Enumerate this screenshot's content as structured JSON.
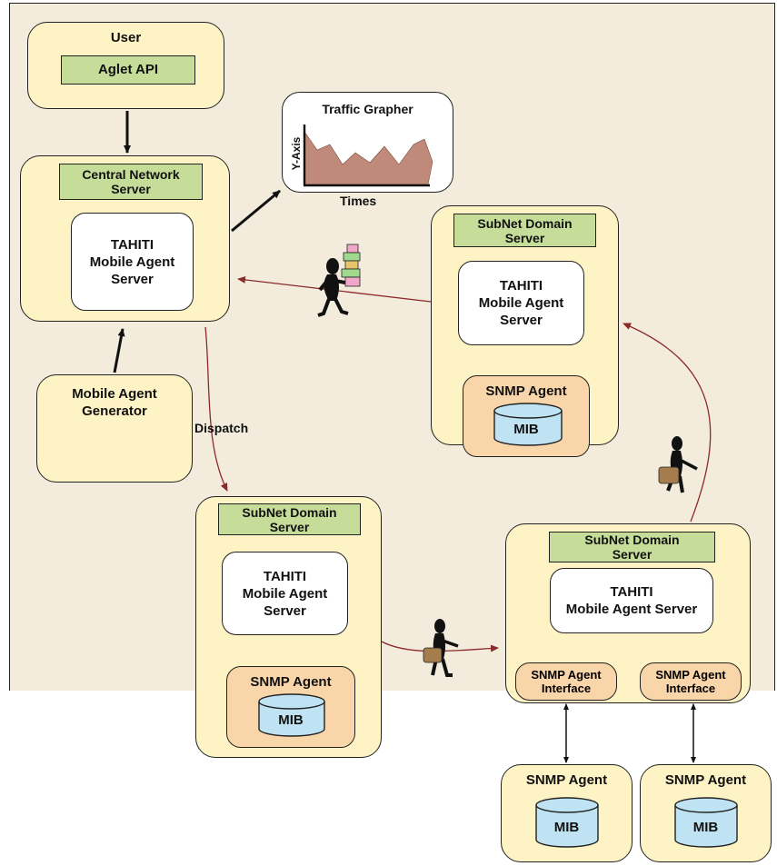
{
  "user": {
    "title": "User",
    "api": "Aglet API"
  },
  "central": {
    "title_line1": "Central Network",
    "title_line2": "Server",
    "tahiti_line1": "TAHITI",
    "tahiti_line2": "Mobile Agent",
    "tahiti_line3": "Server"
  },
  "generator": {
    "line1": "Mobile Agent",
    "line2": "Generator"
  },
  "dispatch": "Dispatch",
  "grapher": {
    "title": "Traffic Grapher",
    "y_axis": "Y-Axis",
    "x_axis": "Times"
  },
  "subnet_top": {
    "title_line1": "SubNet Domain",
    "title_line2": "Server",
    "tahiti_line1": "TAHITI",
    "tahiti_line2": "Mobile Agent",
    "tahiti_line3": "Server",
    "snmp": "SNMP Agent",
    "mib": "MIB"
  },
  "subnet_mid": {
    "title_line1": "SubNet Domain",
    "title_line2": "Server",
    "tahiti_line1": "TAHITI",
    "tahiti_line2": "Mobile Agent",
    "tahiti_line3": "Server",
    "snmp": "SNMP Agent",
    "mib": "MIB"
  },
  "subnet_right": {
    "title_line1": "SubNet Domain",
    "title_line2": "Server",
    "tahiti_line1": "TAHITI",
    "tahiti_line2": "Mobile Agent Server",
    "iface1_line1": "SNMP Agent",
    "iface1_line2": "Interface",
    "iface2_line1": "SNMP Agent",
    "iface2_line2": "Interface"
  },
  "ext_agent_1": {
    "title": "SNMP Agent",
    "mib": "MIB"
  },
  "ext_agent_2": {
    "title": "SNMP Agent",
    "mib": "MIB"
  },
  "colors": {
    "background": "#f3ecdc",
    "box": "#fdf3c4",
    "title": "#c6dd9a",
    "snmp": "#f9d5aa",
    "mib": "#bfe3f2",
    "migration_arrow": "#8b2a2a"
  }
}
